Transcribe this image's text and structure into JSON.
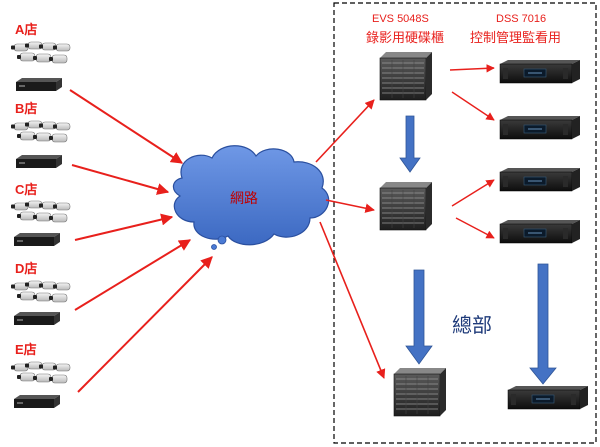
{
  "stores": [
    {
      "label": "A店"
    },
    {
      "label": "B店"
    },
    {
      "label": "C店"
    },
    {
      "label": "D店"
    },
    {
      "label": "E店"
    }
  ],
  "network": {
    "label": "網路"
  },
  "evs": {
    "model": "EVS 5048S",
    "desc": "錄影用硬碟櫃"
  },
  "dss": {
    "model": "DSS 7016",
    "desc": "控制管理監看用"
  },
  "hq": {
    "label": "總部"
  },
  "colors": {
    "store_label": "#e8201c",
    "arrow_red": "#e8201c",
    "arrow_blue": "#4472c4",
    "cloud_fill": "#4a7ad4",
    "cloud_stroke": "#2a4f9f",
    "cloud_text": "#c00000",
    "header_text": "#e8201c",
    "hq_text": "#1f3b7a"
  },
  "icons": {
    "camera": "cctv-camera-icon",
    "nvr": "nvr-recorder-icon",
    "cloud": "network-cloud-icon",
    "storage": "storage-server-icon",
    "dss": "dss-server-icon"
  }
}
